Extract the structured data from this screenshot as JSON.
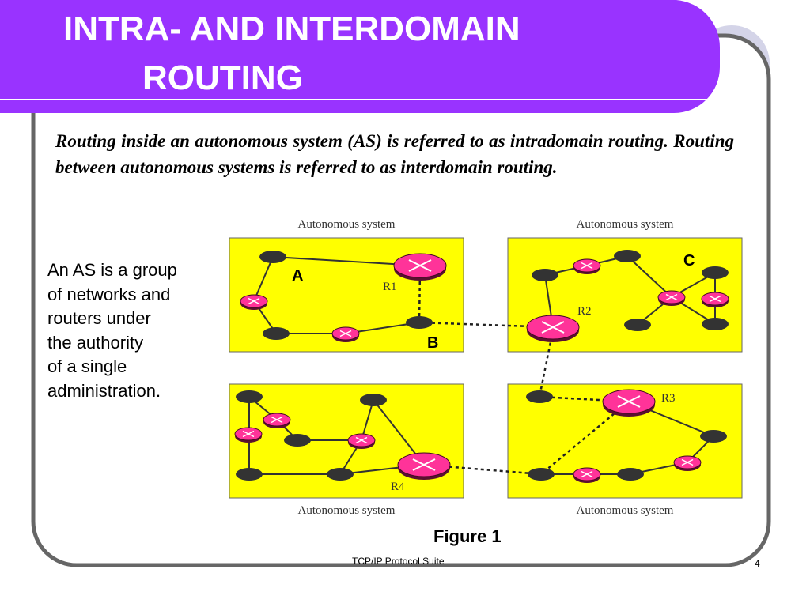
{
  "slide": {
    "title_line1": "INTRA- AND INTERDOMAIN",
    "title_line2": "ROUTING",
    "intro": "Routing inside an autonomous system (AS) is referred to as intradomain routing. Routing between autonomous systems is referred to as interdomain routing.",
    "definition_lines": [
      "An AS is a group",
      "of networks and",
      "routers under",
      "the authority",
      "of a single",
      "administration."
    ],
    "caption": "Figure 1",
    "footer": "TCP/IP Protocol Suite",
    "page_number": "4"
  },
  "diagram": {
    "as_label": "Autonomous system",
    "point_labels": {
      "a": "A",
      "b": "B",
      "c": "C"
    },
    "router_labels": {
      "r1": "R1",
      "r2": "R2",
      "r3": "R3",
      "r4": "R4"
    }
  },
  "colors": {
    "title_bar": "#9933ff",
    "frame": "#666666",
    "as_fill": "#ffff00",
    "router_fill": "#ff3399",
    "network_fill": "#333333",
    "circles": "#d4d4e8"
  }
}
